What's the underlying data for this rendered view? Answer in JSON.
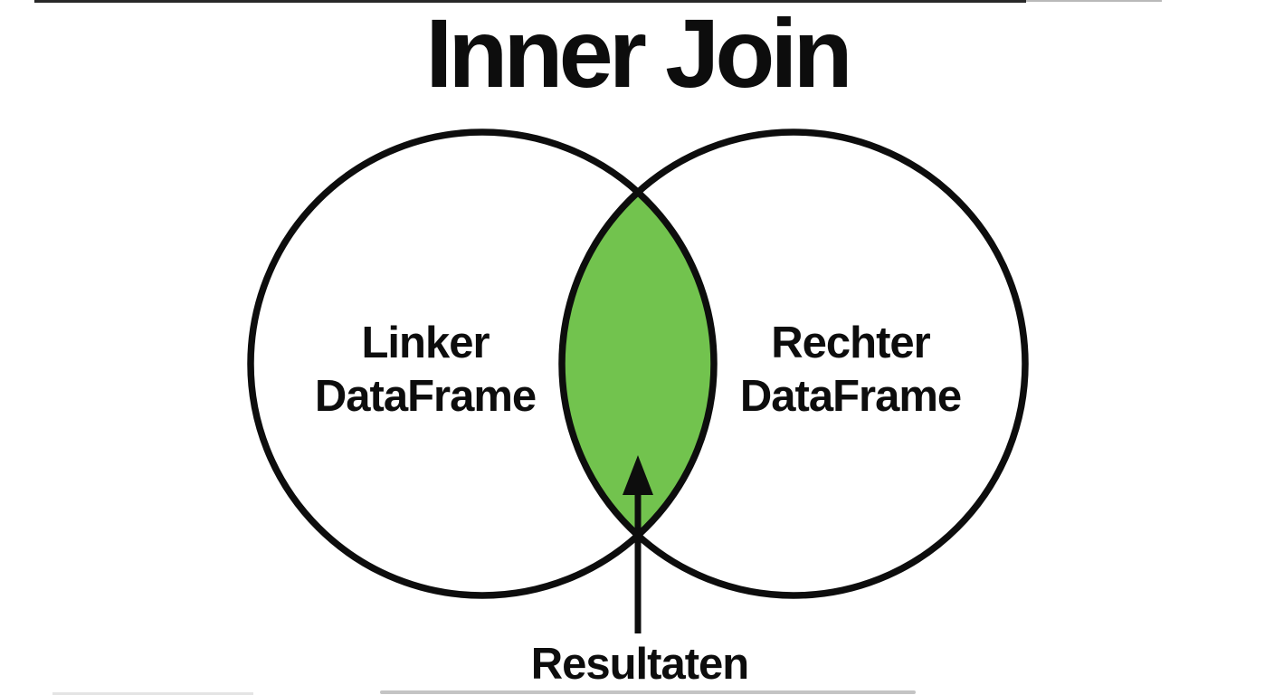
{
  "title": "Inner Join",
  "venn": {
    "left_label": {
      "line1": "Linker",
      "line2": "DataFrame"
    },
    "right_label": {
      "line1": "Rechter",
      "line2": "DataFrame"
    },
    "annotation": "Resultaten"
  },
  "colors": {
    "intersection_fill": "#72c34e",
    "outline": "#0d0d0d",
    "text": "#0d0d0d",
    "background": "#ffffff"
  }
}
